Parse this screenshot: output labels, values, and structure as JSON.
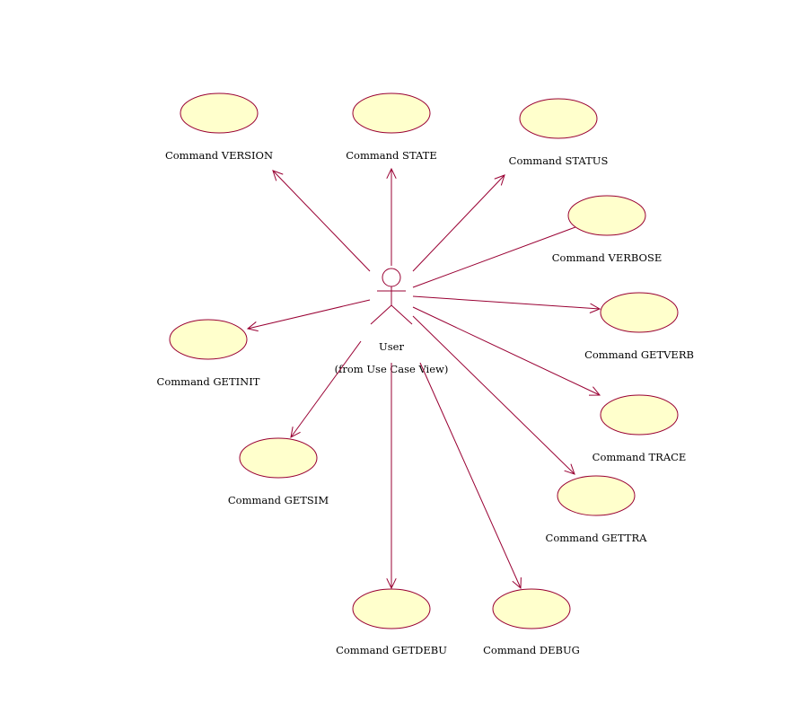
{
  "diagram": {
    "colors": {
      "line": "#990033",
      "use_case_fill": "#ffffcc"
    },
    "actor": {
      "name": "User",
      "package_note": "(from Use Case View)"
    },
    "use_cases": [
      {
        "label": "Command VERSION"
      },
      {
        "label": "Command STATE"
      },
      {
        "label": "Command STATUS"
      },
      {
        "label": "Command VERBOSE"
      },
      {
        "label": "Command GETVERB"
      },
      {
        "label": "Command TRACE"
      },
      {
        "label": "Command GETTRA"
      },
      {
        "label": "Command DEBUG"
      },
      {
        "label": "Command GETDEBU"
      },
      {
        "label": "Command GETSIM"
      },
      {
        "label": "Command GETINIT"
      }
    ]
  }
}
